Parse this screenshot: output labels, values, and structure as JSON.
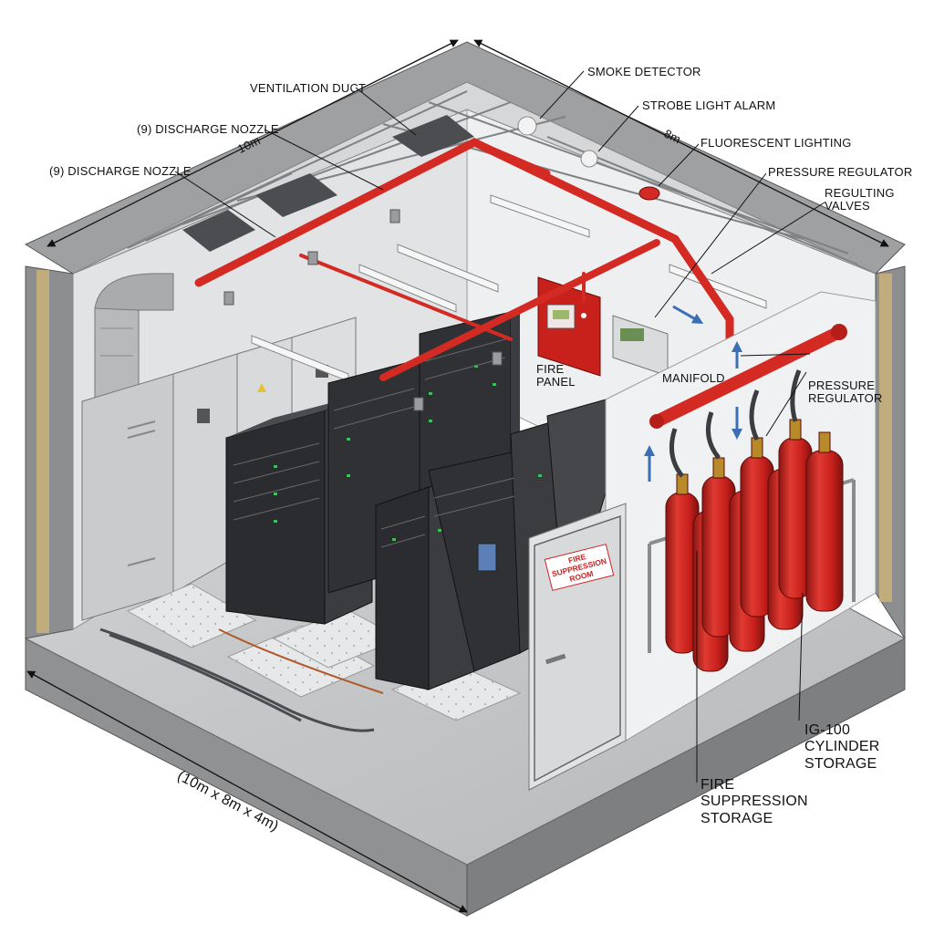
{
  "labels": {
    "ventilation_duct": "VENTILATION DUCT",
    "discharge_nozzle_1": "(9) DISCHARGE NOZZLE",
    "discharge_nozzle_2": "(9) DISCHARGE NOZZLE",
    "dim_10m": "10m",
    "smoke_detector": "SMOKE DETECTOR",
    "strobe_light_alarm": "STROBE LIGHT ALARM",
    "dim_8m": "8m",
    "fluorescent_lighting": "FLUORESCENT LIGHTING",
    "pressure_regulator_top": "PRESSURE REGULATOR",
    "regulating_valves": "REGULTING VALVES",
    "fire_panel": "FIRE PANEL",
    "manifold": "MANIFOLD",
    "pressure_regulator_side": "PRESSURE REGULATOR",
    "ig100_storage": "IG-100 CYLINDER STORAGE",
    "fire_suppression_storage": "FIRE SUPPRESSION STORAGE",
    "room_dimensions": "(10m x 8m x 4m)",
    "door_sign": "FIRE SUPPRESSION ROOM"
  },
  "colors": {
    "pipe_red": "#d42a24",
    "cylinder_red": "#c8201b",
    "concrete": "#9a9c9e",
    "wall_light": "#e9eaeb",
    "rack_black": "#2a2c2f",
    "cabinet_grey": "#c9cbcd"
  }
}
